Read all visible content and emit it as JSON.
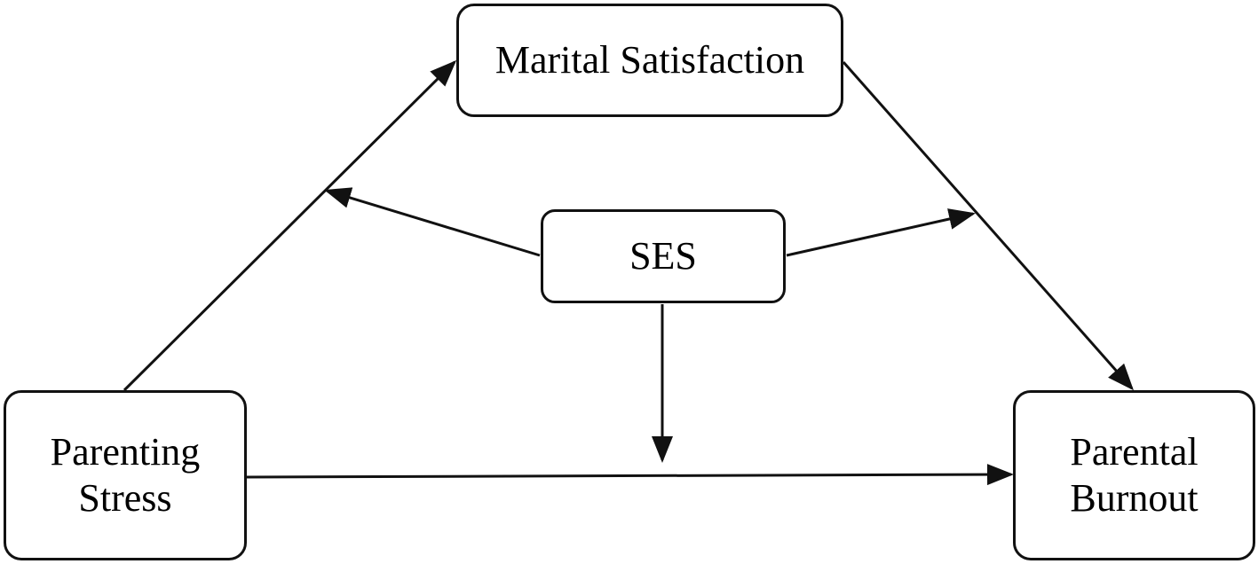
{
  "diagram": {
    "nodes": {
      "marital_satisfaction": {
        "label": "Marital Satisfaction"
      },
      "ses": {
        "label": "SES"
      },
      "parenting_stress": {
        "line1": "Parenting",
        "line2": "Stress"
      },
      "parental_burnout": {
        "line1": "Parental",
        "line2": "Burnout"
      }
    },
    "edges": [
      {
        "from": "Parenting Stress",
        "to": "Marital Satisfaction"
      },
      {
        "from": "Marital Satisfaction",
        "to": "Parental Burnout"
      },
      {
        "from": "Parenting Stress",
        "to": "Parental Burnout"
      },
      {
        "from": "SES",
        "to": "Parenting Stress → Marital Satisfaction path"
      },
      {
        "from": "SES",
        "to": "Marital Satisfaction → Parental Burnout path"
      },
      {
        "from": "SES",
        "to": "Parenting Stress → Parental Burnout path"
      }
    ],
    "colors": {
      "stroke": "#111111",
      "text": "#000000",
      "background": "#ffffff"
    }
  }
}
